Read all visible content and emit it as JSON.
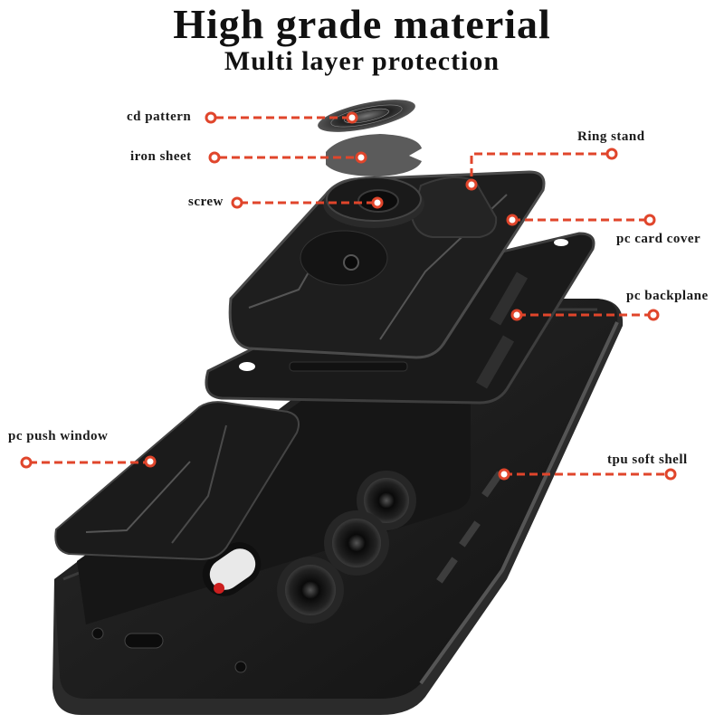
{
  "header": {
    "title": "High grade material",
    "subtitle": "Multi layer protection"
  },
  "colors": {
    "accent": "#e0452b",
    "text": "#111111",
    "case": "#1c1c1c",
    "background": "#ffffff"
  },
  "callouts": [
    {
      "id": "cd-pattern",
      "label": "cd pattern",
      "side": "left"
    },
    {
      "id": "iron-sheet",
      "label": "iron sheet",
      "side": "left"
    },
    {
      "id": "screw",
      "label": "screw",
      "side": "left"
    },
    {
      "id": "ring-stand",
      "label": "Ring stand",
      "side": "right"
    },
    {
      "id": "pc-card-cover",
      "label": "pc card cover",
      "side": "right"
    },
    {
      "id": "pc-backplane",
      "label": "pc backplane",
      "side": "right"
    },
    {
      "id": "pc-push-window",
      "label": "pc push window",
      "side": "left"
    },
    {
      "id": "tpu-soft-shell",
      "label": "tpu soft shell",
      "side": "right"
    }
  ]
}
